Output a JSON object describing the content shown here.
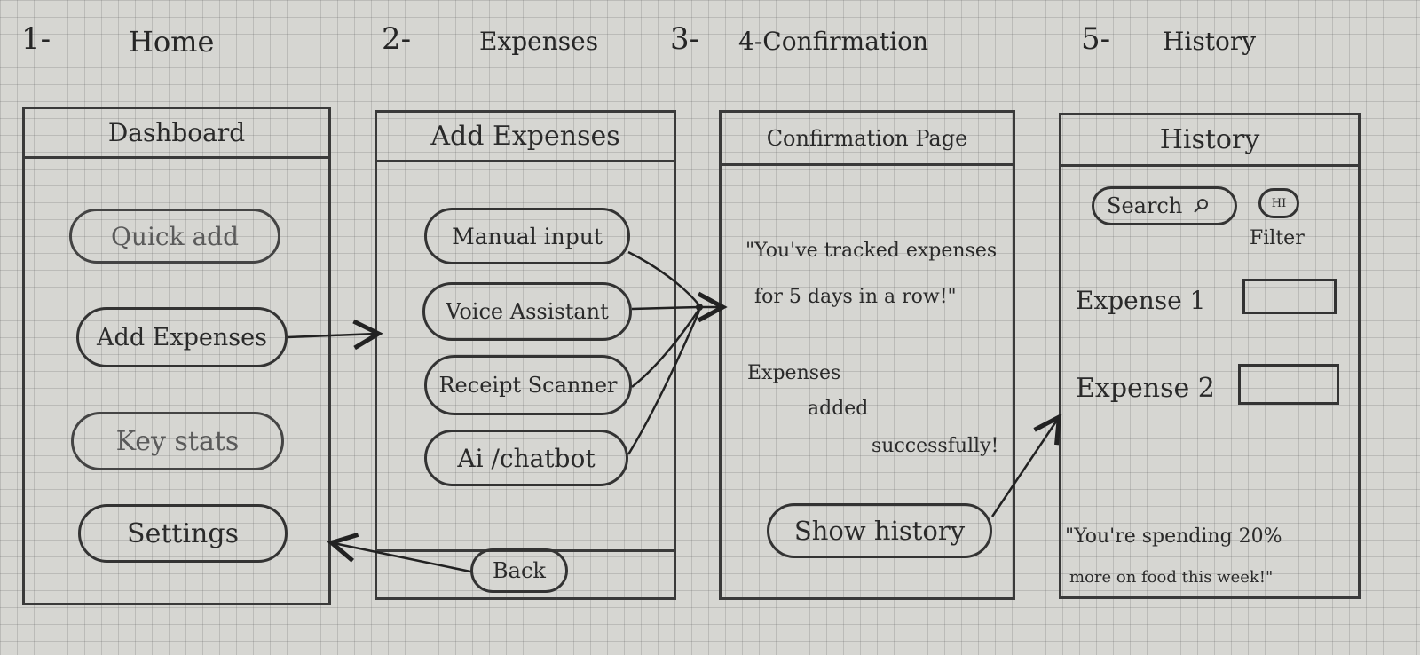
{
  "steps": [
    {
      "number": "1-",
      "title": "Home"
    },
    {
      "number": "2-",
      "title": "Expenses"
    },
    {
      "number": "3-",
      "title": "4-Confirmation"
    },
    {
      "number": "5-",
      "title": "History"
    }
  ],
  "dashboard": {
    "header": "Dashboard",
    "buttons": [
      "Quick add",
      "Add Expenses",
      "Key stats",
      "Settings"
    ]
  },
  "add_expenses": {
    "header": "Add Expenses",
    "buttons": [
      "Manual input",
      "Voice Assistant",
      "Receipt Scanner",
      "Ai /chatbot"
    ],
    "back": "Back"
  },
  "confirmation": {
    "header": "Confirmation Page",
    "quote_line1": "\"You've tracked expenses",
    "quote_line2": "for 5 days in a row!\"",
    "success_line1": "Expenses",
    "success_line2": "added",
    "success_line3": "successfully!",
    "button": "Show history"
  },
  "history": {
    "header": "History",
    "search": "Search",
    "search_icon": "search-icon",
    "filter_icon_text": "HI",
    "filter_label": "Filter",
    "expense1": "Expense 1",
    "expense2": "Expense 2",
    "quote_line1": "\"You're spending 20%",
    "quote_line2": "more on food this week!\""
  }
}
